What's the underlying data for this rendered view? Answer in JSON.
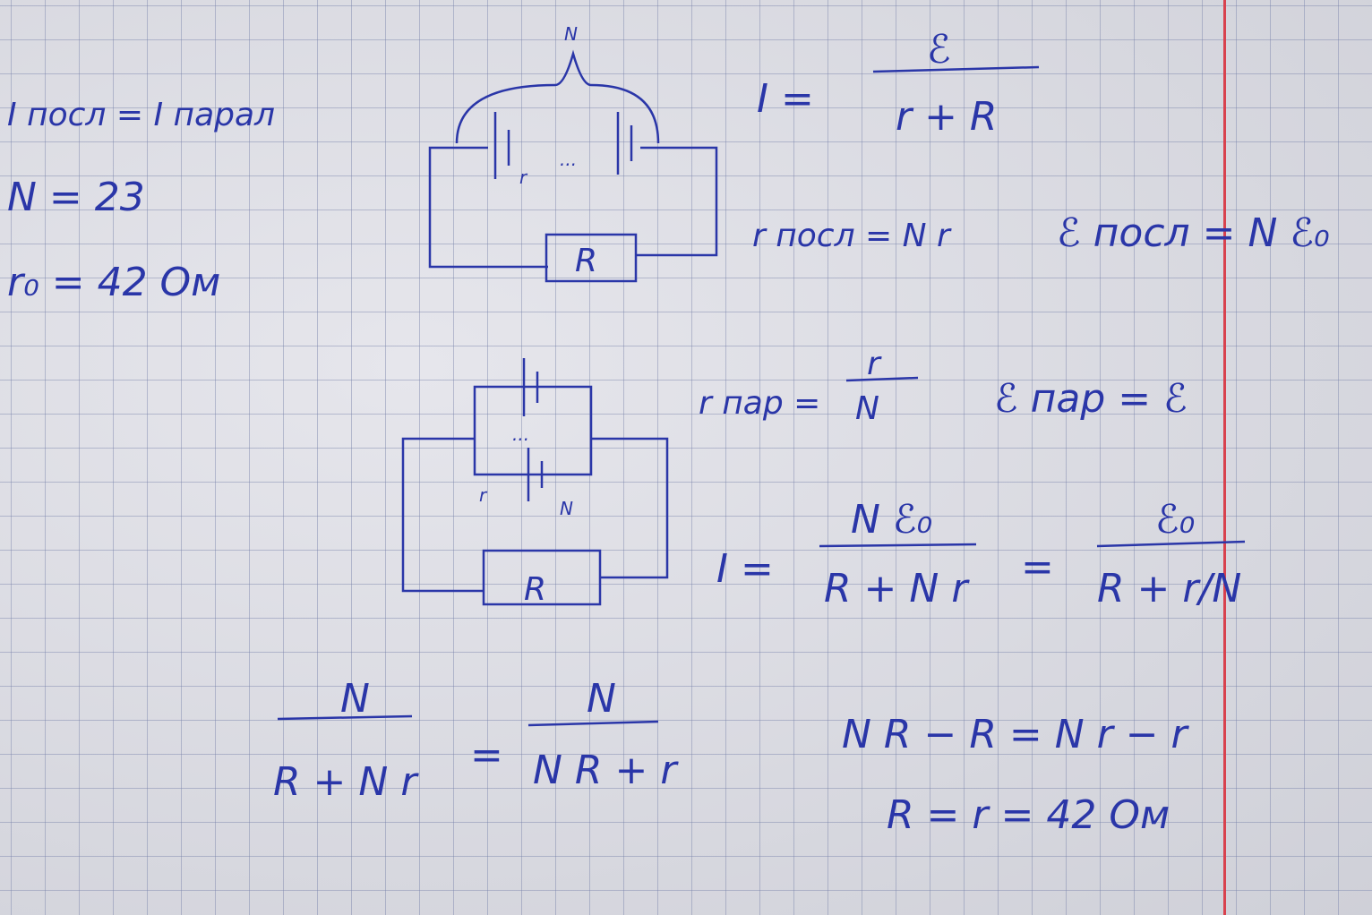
{
  "given": {
    "currents": "I посл = I парал",
    "n": "N = 23",
    "r0": "r₀ = 42 Ом"
  },
  "series_circuit": {
    "label_n": "N",
    "label_r": "r",
    "dots": "...",
    "resistor": "R"
  },
  "parallel_circuit": {
    "label_r": "r",
    "label_n": "N",
    "dots": "...",
    "resistor": "R"
  },
  "formulas": {
    "ohm_lhs": "I =",
    "ohm_num": "ℰ",
    "ohm_den": "r + R",
    "r_series": "r посл = N r",
    "e_series": "ℰ посл = N ℰ₀",
    "r_par_lhs": "r пар =",
    "r_par_num": "r",
    "r_par_den": "N",
    "e_par": "ℰ пар = ℰ",
    "i_lhs": "I =",
    "i_num1": "N ℰ₀",
    "i_den1": "R + N r",
    "eq": "=",
    "i_num2": "ℰ₀",
    "i_den2": "R + r/N",
    "eq2_num1": "N",
    "eq2_den1": "R + N r",
    "eq2_num2": "N",
    "eq2_den2": "N R + r",
    "step1": "N R − R = N r − r",
    "result": "R = r = 42 Ом"
  }
}
